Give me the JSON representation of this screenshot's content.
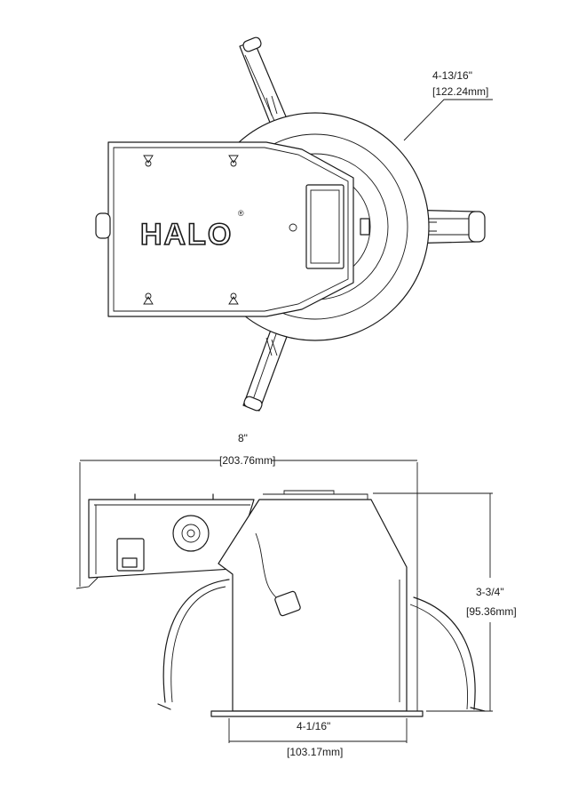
{
  "brand": {
    "name": "HALO",
    "registered_mark": "®"
  },
  "dimensions": {
    "top_diameter": {
      "imperial": "4-13/16\"",
      "metric": "[122.24mm]"
    },
    "overall_length": {
      "imperial": "8\"",
      "metric": "[203.76mm]"
    },
    "height": {
      "imperial": "3-3/4\"",
      "metric": "[95.36mm]"
    },
    "aperture": {
      "imperial": "4-1/16\"",
      "metric": "[103.17mm]"
    }
  }
}
